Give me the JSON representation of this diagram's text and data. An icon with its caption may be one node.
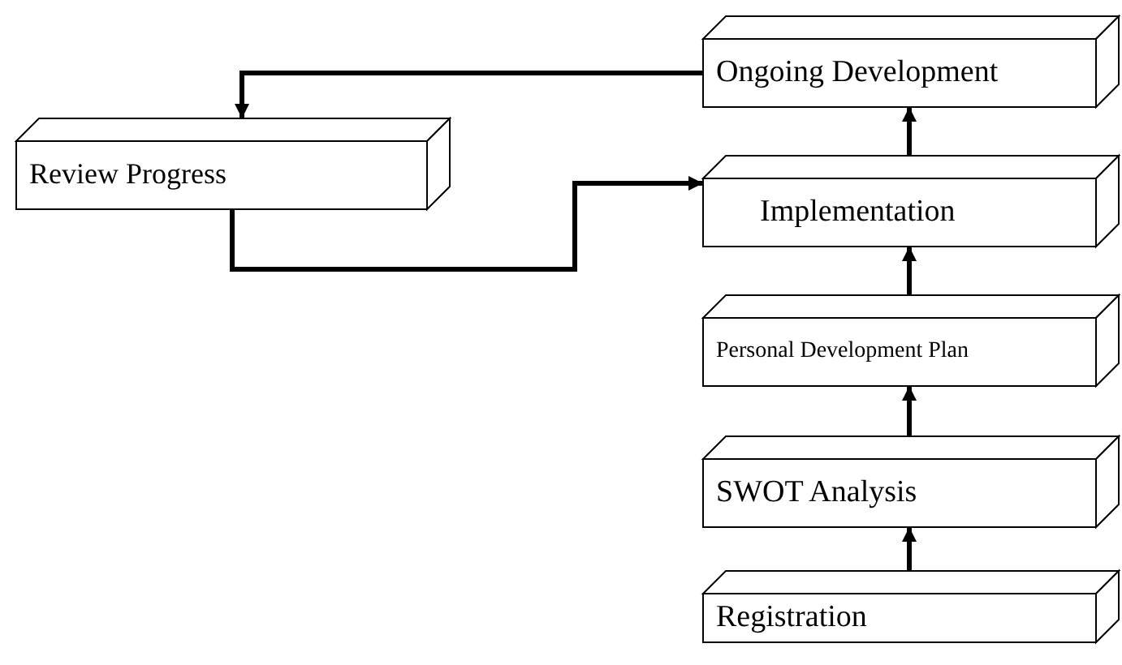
{
  "diagram": {
    "nodes": [
      {
        "text": [
          "Ongoing Development"
        ]
      },
      {
        "text": [
          "Review Progress"
        ]
      },
      {
        "text": [
          "Implementation"
        ]
      },
      {
        "text": [
          "Personal Development Plan"
        ]
      },
      {
        "text": [
          "SWOT Analysis"
        ]
      },
      {
        "text": [
          "Registration"
        ]
      }
    ],
    "edges": [
      {
        "from": 0,
        "to": 1,
        "arrow": "to"
      },
      {
        "from": 1,
        "to": 2,
        "arrow": "to"
      },
      {
        "from": 5,
        "to": 4,
        "arrow": "to"
      },
      {
        "from": 4,
        "to": 3,
        "arrow": "to"
      },
      {
        "from": 3,
        "to": 2,
        "arrow": "to"
      },
      {
        "from": 2,
        "to": 0,
        "arrow": "to"
      }
    ]
  }
}
